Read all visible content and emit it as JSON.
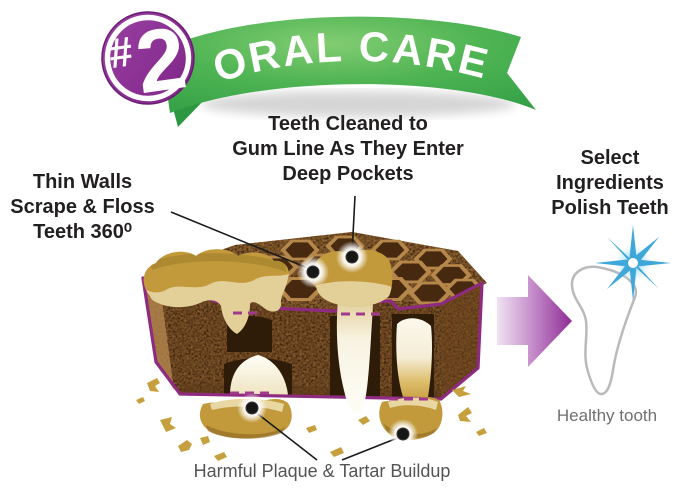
{
  "banner": {
    "badge_hash": "#",
    "badge_number": "2",
    "title": "ORAL CARE"
  },
  "callouts": {
    "teeth_cleaned": "Teeth Cleaned to\nGum Line As They Enter\nDeep Pockets",
    "thin_walls": "Thin Walls\nScrape & Floss\nTeeth 360⁰",
    "select_ingredients": "Select\nIngredients\nPolish Teeth",
    "healthy_tooth": "Healthy tooth",
    "harmful_plaque": "Harmful Plaque & Tartar Buildup"
  },
  "icons": {
    "arrow_right": "right-block-arrow",
    "sparkle": "polish-sparkle",
    "tooth_outline": "healthy-tooth-outline",
    "badge": "number-2-badge"
  },
  "colors": {
    "banner_green": "#45b04f",
    "badge_purple": "#8c2e93",
    "outline_purple": "#8e2b80",
    "chew_brown": "#8f6132",
    "plaque_gold": "#c29a3c",
    "arrow_purple": "#8e2d94",
    "sparkle_blue": "#3fa7da",
    "text_dark": "#221f1f",
    "text_gray": "#6d6e70"
  }
}
